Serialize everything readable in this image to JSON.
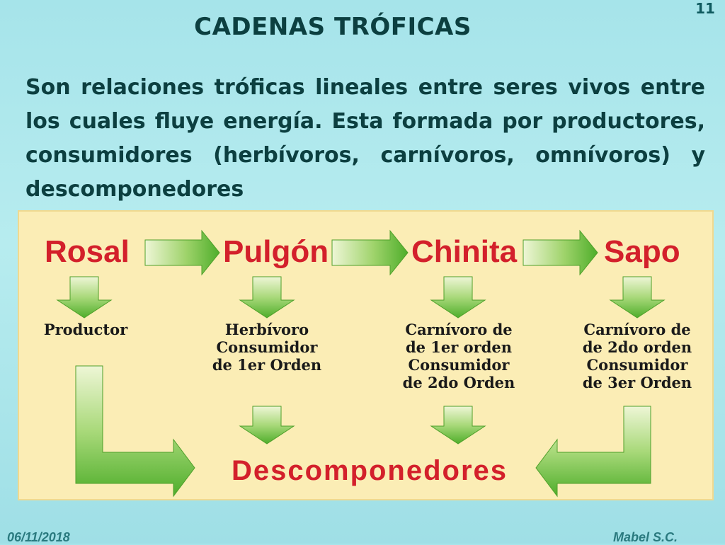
{
  "slide_number": "11",
  "title": "CADENAS TRÓFICAS",
  "body": "Son relaciones tróficas lineales entre seres vivos entre los cuales fluye energía. Esta formada por productores, consumidores (herbívoros, carnívoros, omnívoros) y descomponedores",
  "diagram": {
    "nodes": [
      {
        "name": "Rosal",
        "role": "Productor"
      },
      {
        "name": "Pulgón",
        "role": "Herbívoro\nConsumidor\nde 1er Orden"
      },
      {
        "name": "Chinita",
        "role": "Carnívoro de\nde 1er orden\nConsumidor\nde 2do Orden"
      },
      {
        "name": "Sapo",
        "role": "Carnívoro de\nde 2do orden\nConsumidor\nde 3er Orden"
      }
    ],
    "decomposers": "Descomponedores",
    "colors": {
      "arrow_green": "#5bb531",
      "arrow_light": "#cfe7a0",
      "node_red": "#d3202b",
      "panel_bg": "#fbedb5"
    }
  },
  "footer": {
    "date": "06/11/2018",
    "author": "Mabel S.C."
  }
}
